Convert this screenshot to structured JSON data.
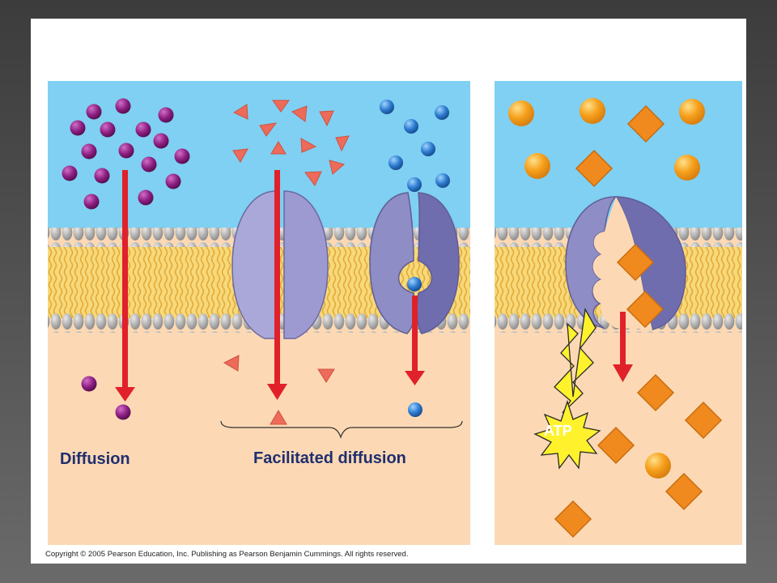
{
  "labels": {
    "diffusion": "Diffusion",
    "facilitated_diffusion": "Facilitated diffusion",
    "atp": "ATP"
  },
  "copyright": "Copyright © 2005 Pearson Education, Inc. Publishing as Pearson Benjamin Cummings. All rights reserved.",
  "colors": {
    "extracellular": "#7fd0f2",
    "cytoplasm": "#fcd9b4",
    "phospholipid_head": "#b5b5b5",
    "lipid_tail": "#f2c24b",
    "arrow": "#e0212a",
    "purple_molecule": "#8e1f83",
    "red_triangle": "#ec6b5a",
    "blue_molecule": "#2d7bd0",
    "orange_sphere": "#f6a01c",
    "orange_diamond": "#f08a1e",
    "channel_protein": "#aaa8d8",
    "carrier_protein": "#7a78b6",
    "atp_burst": "#fff22d"
  }
}
